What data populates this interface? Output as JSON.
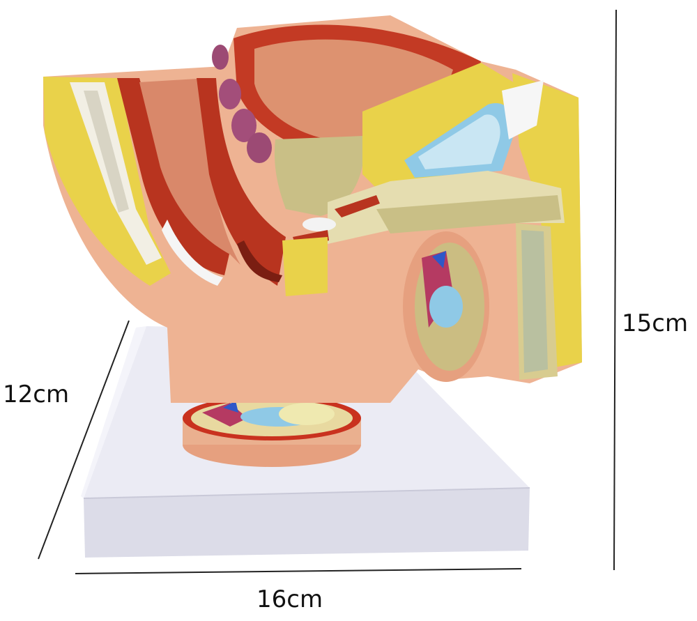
{
  "dimensions": {
    "height_label": "15cm",
    "depth_label": "12cm",
    "width_label": "16cm"
  },
  "colors": {
    "background": "#ffffff",
    "base_white": "#e9e9f2",
    "skin_tone": "#eeb393",
    "muscle_red": "#b8341f",
    "fat_yellow": "#e9d24a",
    "cartilage_blue": "#8fc9e6",
    "tissue_khaki": "#c9bf86",
    "dimension_line": "#222222"
  }
}
